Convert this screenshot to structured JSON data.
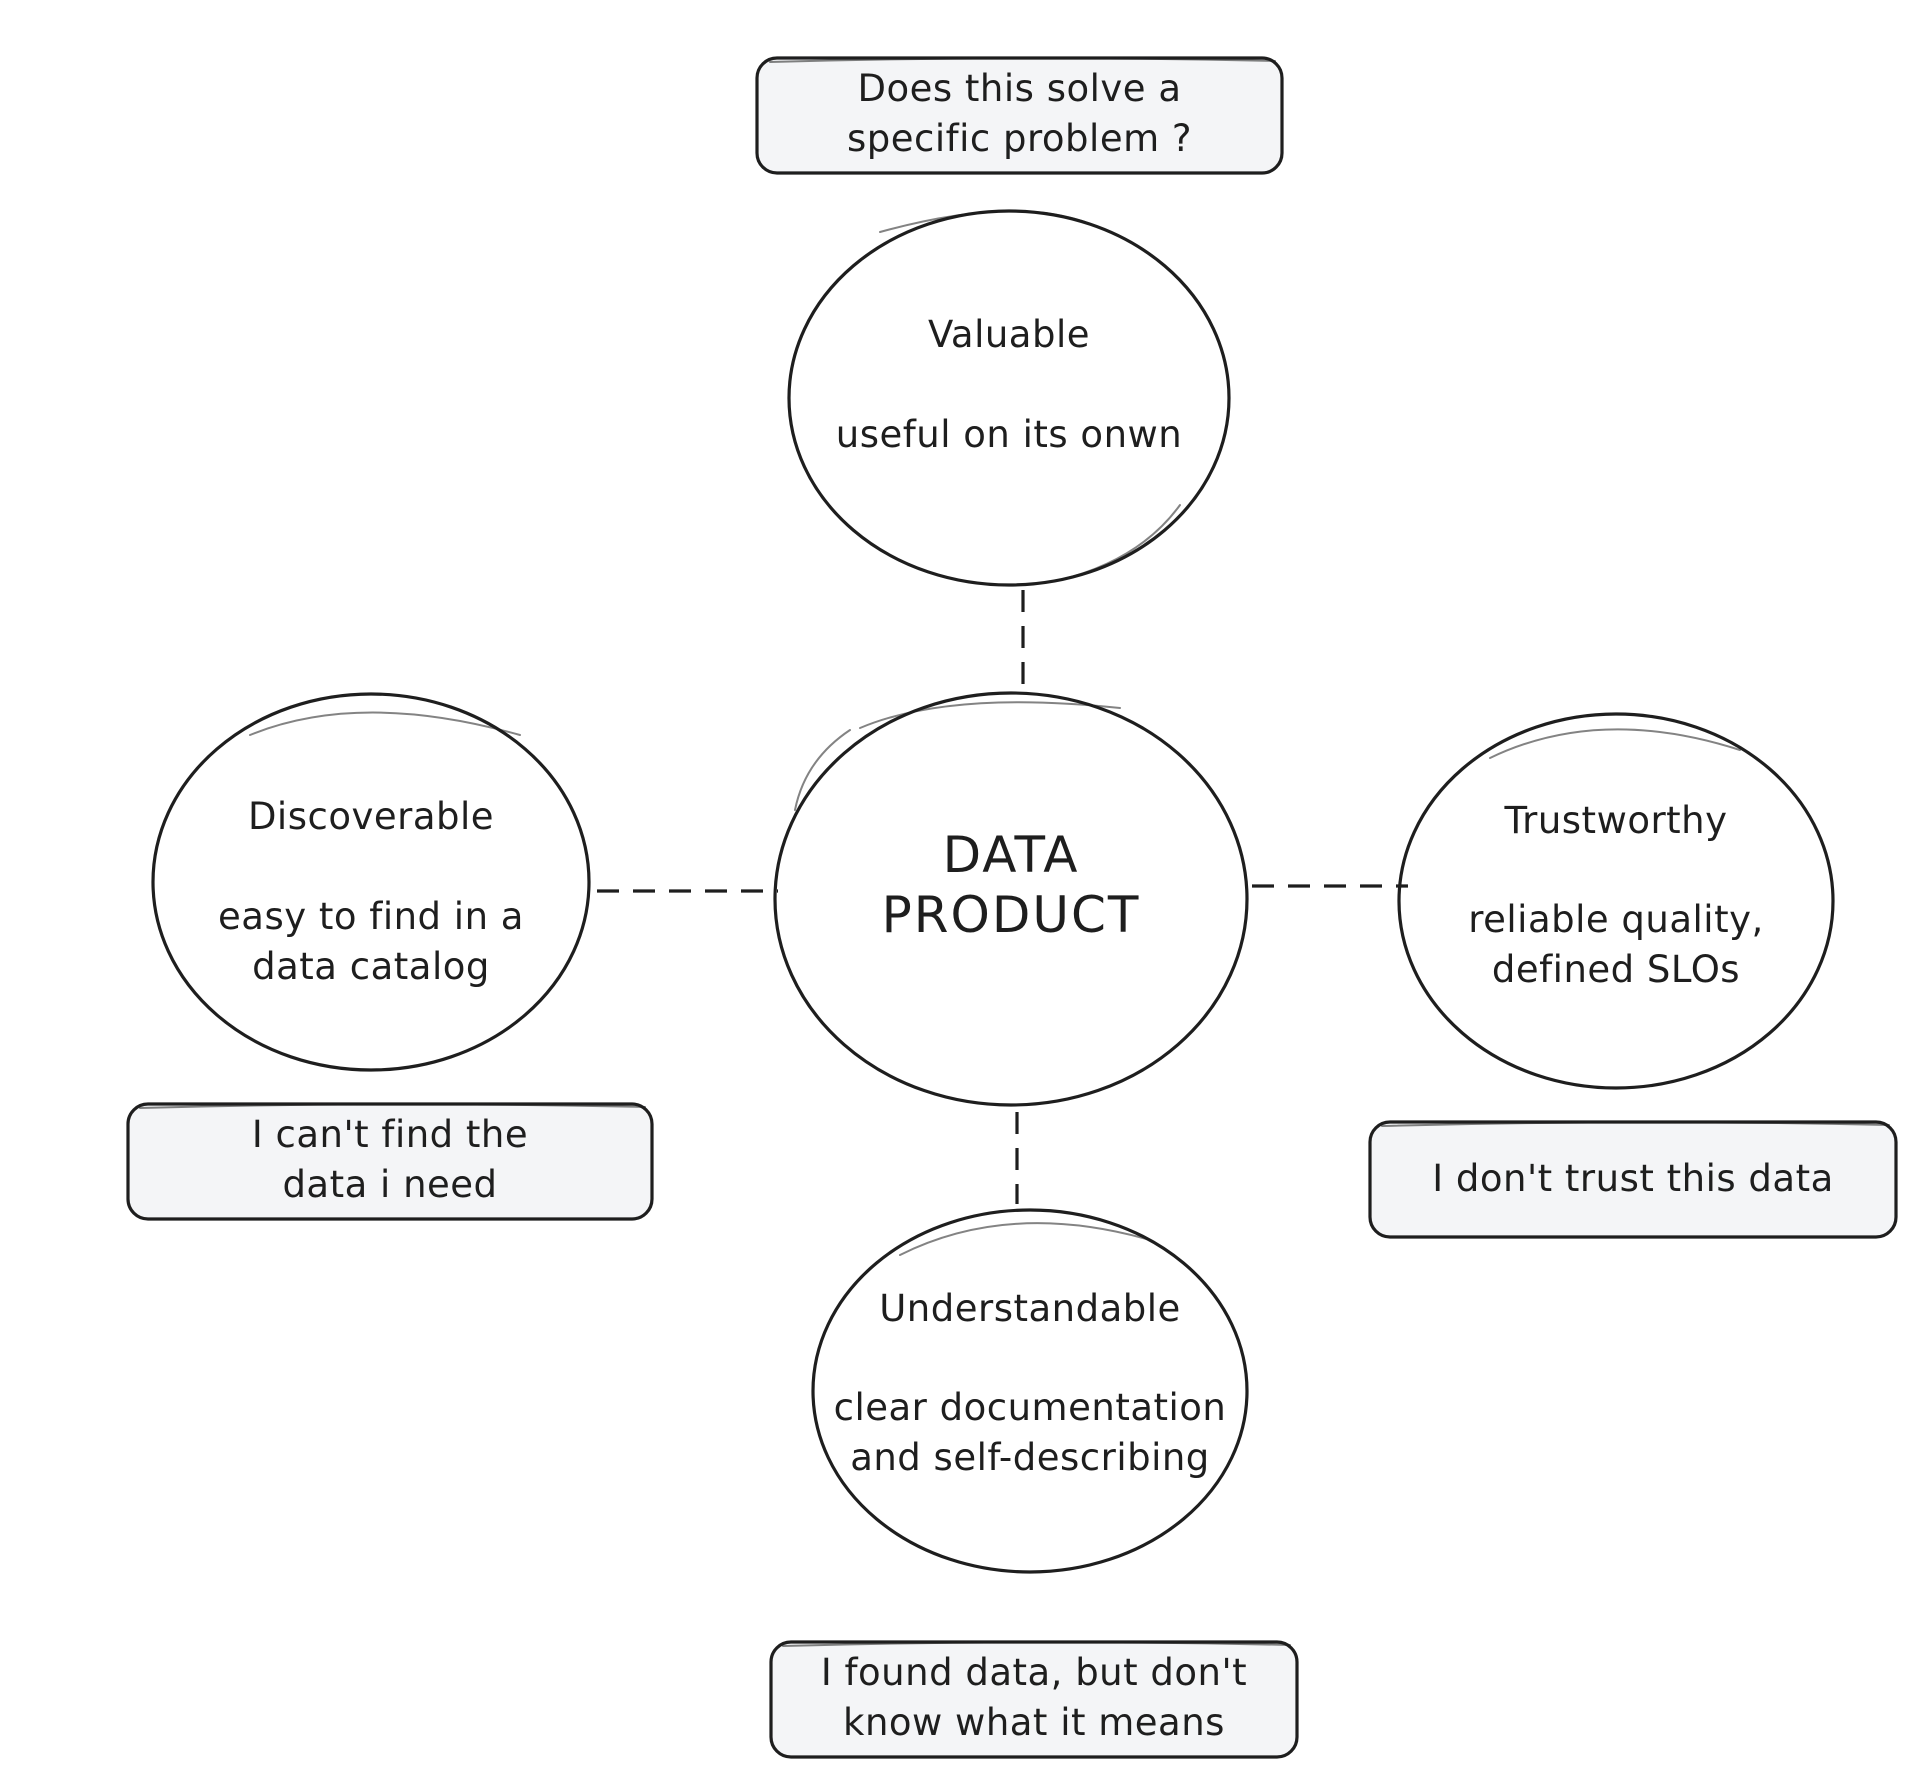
{
  "center": {
    "line1": "DATA",
    "line2": "PRODUCT"
  },
  "nodes": {
    "valuable": {
      "title": "Valuable",
      "description": "useful on its onwn",
      "question": {
        "line1": "Does this solve a",
        "line2": "specific problem ?"
      }
    },
    "discoverable": {
      "title": "Discoverable",
      "description": {
        "line1": "easy to find in a",
        "line2": "data catalog"
      },
      "question": {
        "line1": "I can't find the",
        "line2": "data i need"
      }
    },
    "trustworthy": {
      "title": "Trustworthy",
      "description": {
        "line1": "reliable quality,",
        "line2": "defined SLOs"
      },
      "question": "I don't trust this data"
    },
    "understandable": {
      "title": "Understandable",
      "description": {
        "line1": "clear documentation",
        "line2": "and self-describing"
      },
      "question": {
        "line1": "I found data, but don't",
        "line2": "know what it means"
      }
    }
  }
}
